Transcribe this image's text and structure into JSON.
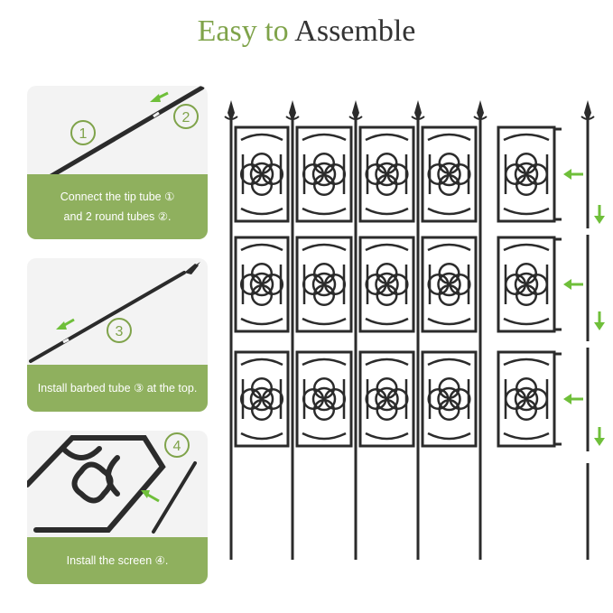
{
  "header": {
    "title_accent": "Easy to",
    "title_main": "Assemble"
  },
  "steps": [
    {
      "caption_line1": "Connect the tip tube ①",
      "caption_line2": "and 2 round tubes ②.",
      "numbers": [
        "①",
        "②"
      ]
    },
    {
      "caption_line1": "Install barbed tube ③ at the top.",
      "numbers": [
        "③"
      ]
    },
    {
      "caption_line1": "Install the screen ④.",
      "numbers": [
        "④"
      ]
    }
  ],
  "colors": {
    "accent": "#7fa34a",
    "caption_bg": "#8fb05e",
    "arrow": "#6fbf3a",
    "metal": "#2b2b2b"
  },
  "icons": [
    "arrow-left-icon",
    "arrow-down-icon",
    "finial-icon",
    "quatrefoil-panel-icon"
  ]
}
